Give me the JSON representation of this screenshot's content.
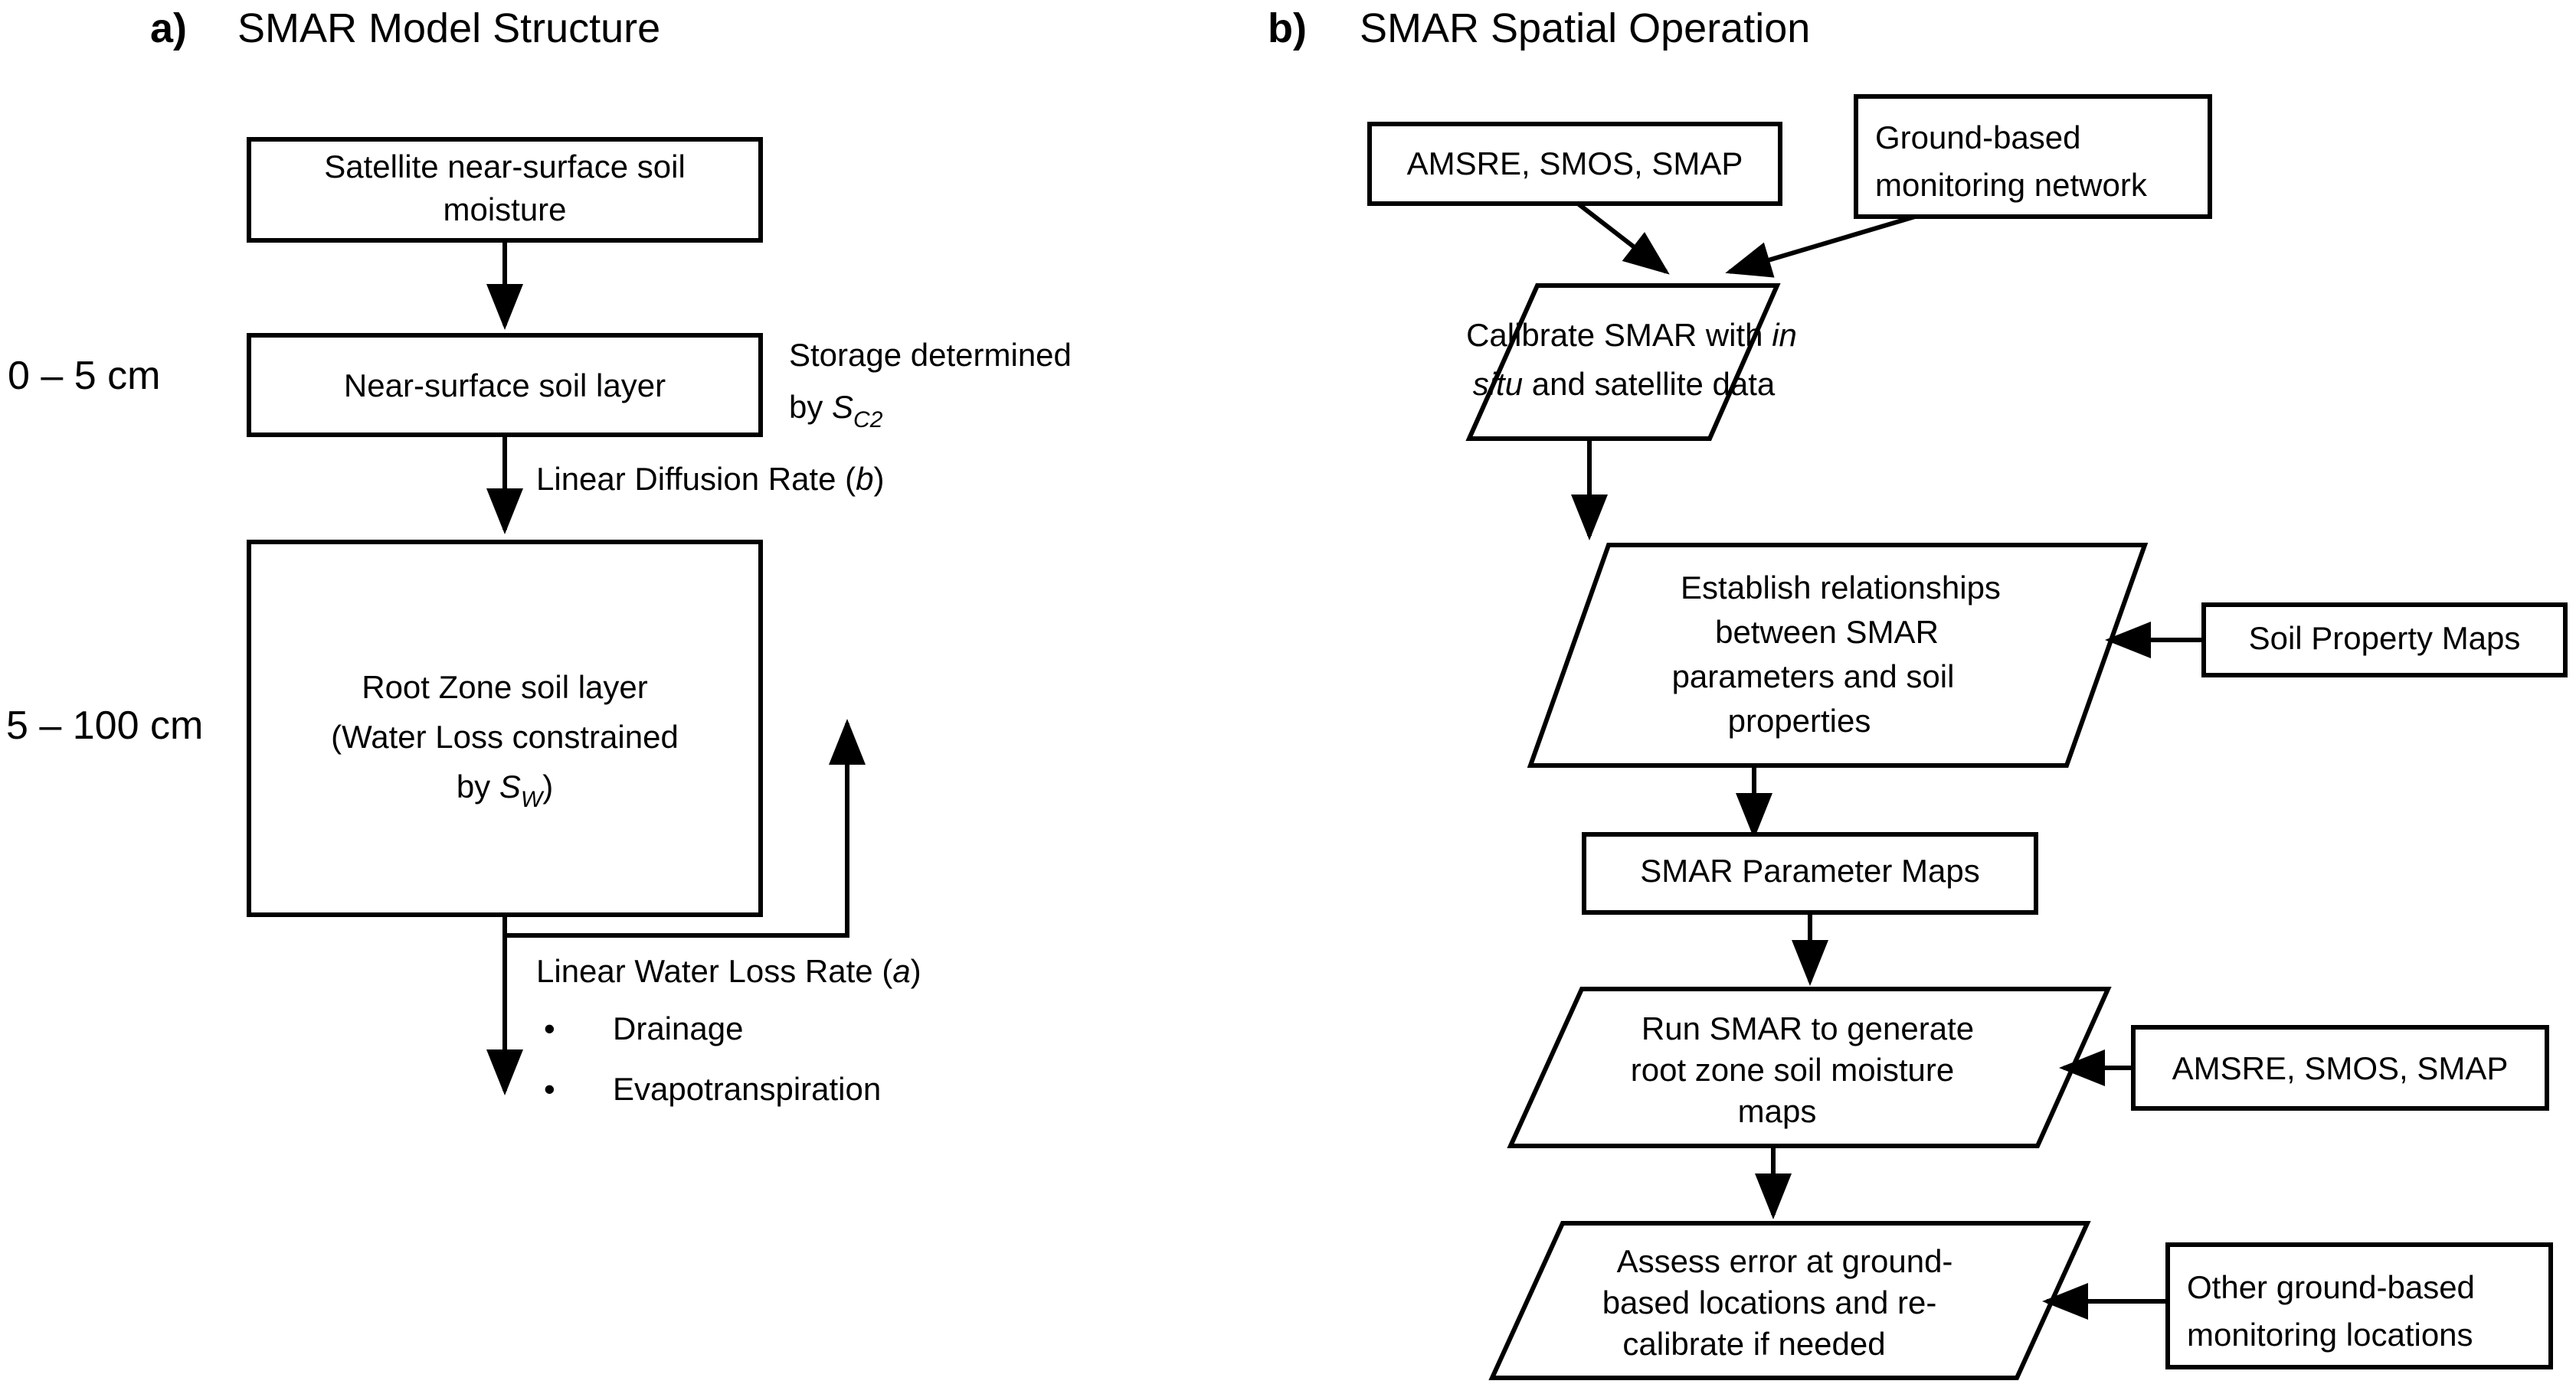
{
  "panels": {
    "a": {
      "letter": "a)",
      "title": "SMAR Model Structure",
      "depth_labels": {
        "surface": "0 – 5 cm",
        "root_zone": "5 – 100 cm"
      },
      "boxes": {
        "satellite": {
          "line1": "Satellite near-surface soil",
          "line2": "moisture"
        },
        "near_surface_layer": {
          "line1": "Near-surface soil layer"
        },
        "root_zone_layer": {
          "line1": "Root Zone soil layer",
          "line2": "(Water Loss constrained",
          "line3_prefix": "by ",
          "line3_symbol": "S",
          "line3_subscript": "W",
          "line3_suffix": ")"
        }
      },
      "annotations": {
        "storage": {
          "line1": "Storage determined",
          "line2_prefix": "by ",
          "line2_symbol": "S",
          "line2_subscript": "C2"
        },
        "diffusion": {
          "prefix": "Linear Diffusion Rate (",
          "symbol": "b",
          "suffix": ")"
        },
        "water_loss": {
          "prefix": "Linear Water Loss Rate (",
          "symbol": "a",
          "suffix": ")"
        },
        "bullets": [
          "Drainage",
          "Evapotranspiration"
        ],
        "bullet_glyph": "•"
      }
    },
    "b": {
      "letter": "b)",
      "title": "SMAR Spatial Operation",
      "nodes": {
        "satellite_top": "AMSRE, SMOS, SMAP",
        "ground_network": {
          "line1": "Ground-based",
          "line2": "monitoring network"
        },
        "calibrate": {
          "line1_prefix": "Calibrate SMAR with ",
          "line1_italic": "in",
          "line2_italic": "situ",
          "line2_suffix": " and satellite data"
        },
        "establish": {
          "line1": "Establish relationships",
          "line2": "between SMAR",
          "line3": "parameters and soil",
          "line4": "properties"
        },
        "soil_property_maps": "Soil Property Maps",
        "parameter_maps": "SMAR Parameter Maps",
        "run_smar": {
          "line1": "Run SMAR to generate",
          "line2": "root zone soil moisture",
          "line3": "maps"
        },
        "satellite_mid": "AMSRE, SMOS, SMAP",
        "assess": {
          "line1": "Assess error at ground-",
          "line2": "based locations and re-",
          "line3": "calibrate if needed"
        },
        "other_ground": {
          "line1": "Other ground-based",
          "line2": "monitoring locations"
        }
      }
    }
  },
  "colors": {
    "stroke": "#000000",
    "fill": "#ffffff",
    "text": "#000000"
  }
}
